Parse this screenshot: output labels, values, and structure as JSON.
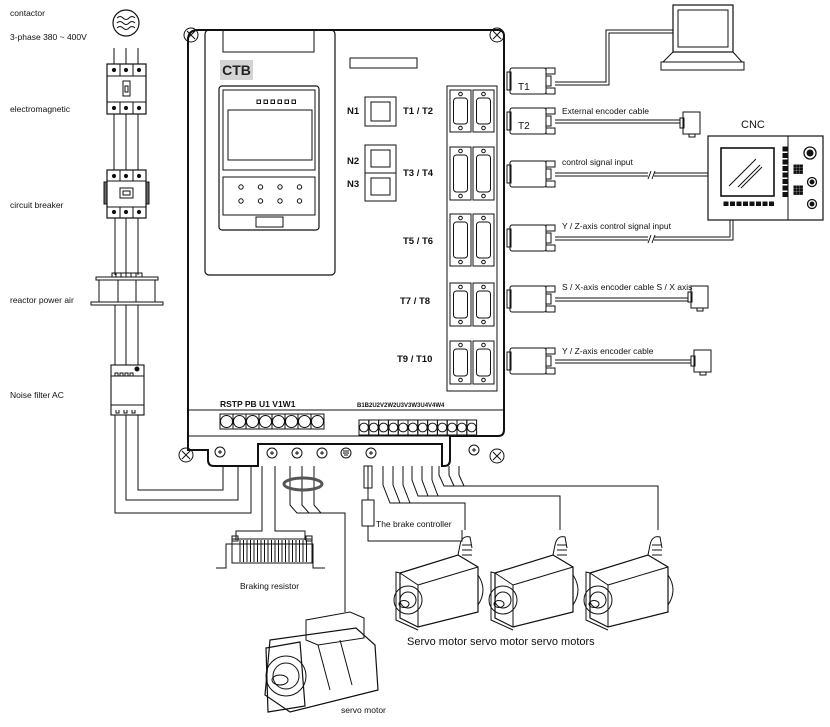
{
  "left_labels": {
    "contactor": "contactor",
    "supply": "3-phase 380 ~ 400V",
    "electromagnetic": "electromagnetic",
    "circuit_breaker": "circuit breaker",
    "reactor": "reactor power air",
    "noise_filter": "Noise filter AC"
  },
  "drive": {
    "brand": "CTB",
    "ports": {
      "n1": "N1",
      "n2": "N2",
      "n3": "N3",
      "t1_t2": "T1 / T2",
      "t3_t4": "T3 / T4",
      "t5_t6": "T5 / T6",
      "t7_t8": "T7 / T8",
      "t9_t10": "T9 / T10"
    },
    "terminal_main": "RSTP PB U1 V1W1",
    "terminal_axes": "B1B2U2V2W2U3V3W3U4V4W4",
    "led_count": 6,
    "key_count": 8
  },
  "connectors": [
    {
      "tag": "T1",
      "label": ""
    },
    {
      "tag": "T2",
      "label": "External encoder cable"
    },
    {
      "tag": "",
      "label": "control signal input"
    },
    {
      "tag": "",
      "label": "Y / Z-axis control signal input"
    },
    {
      "tag": "",
      "label": "S / X-axis encoder cable S / X axis"
    },
    {
      "tag": "",
      "label": "Y / Z-axis encoder cable"
    }
  ],
  "cnc": {
    "label": "CNC"
  },
  "bottom": {
    "brake_controller": "The brake controller",
    "braking_resistor": "Braking resistor",
    "servo_motor": "servo motor",
    "servo_motors": "Servo motor servo motor servo motors"
  }
}
